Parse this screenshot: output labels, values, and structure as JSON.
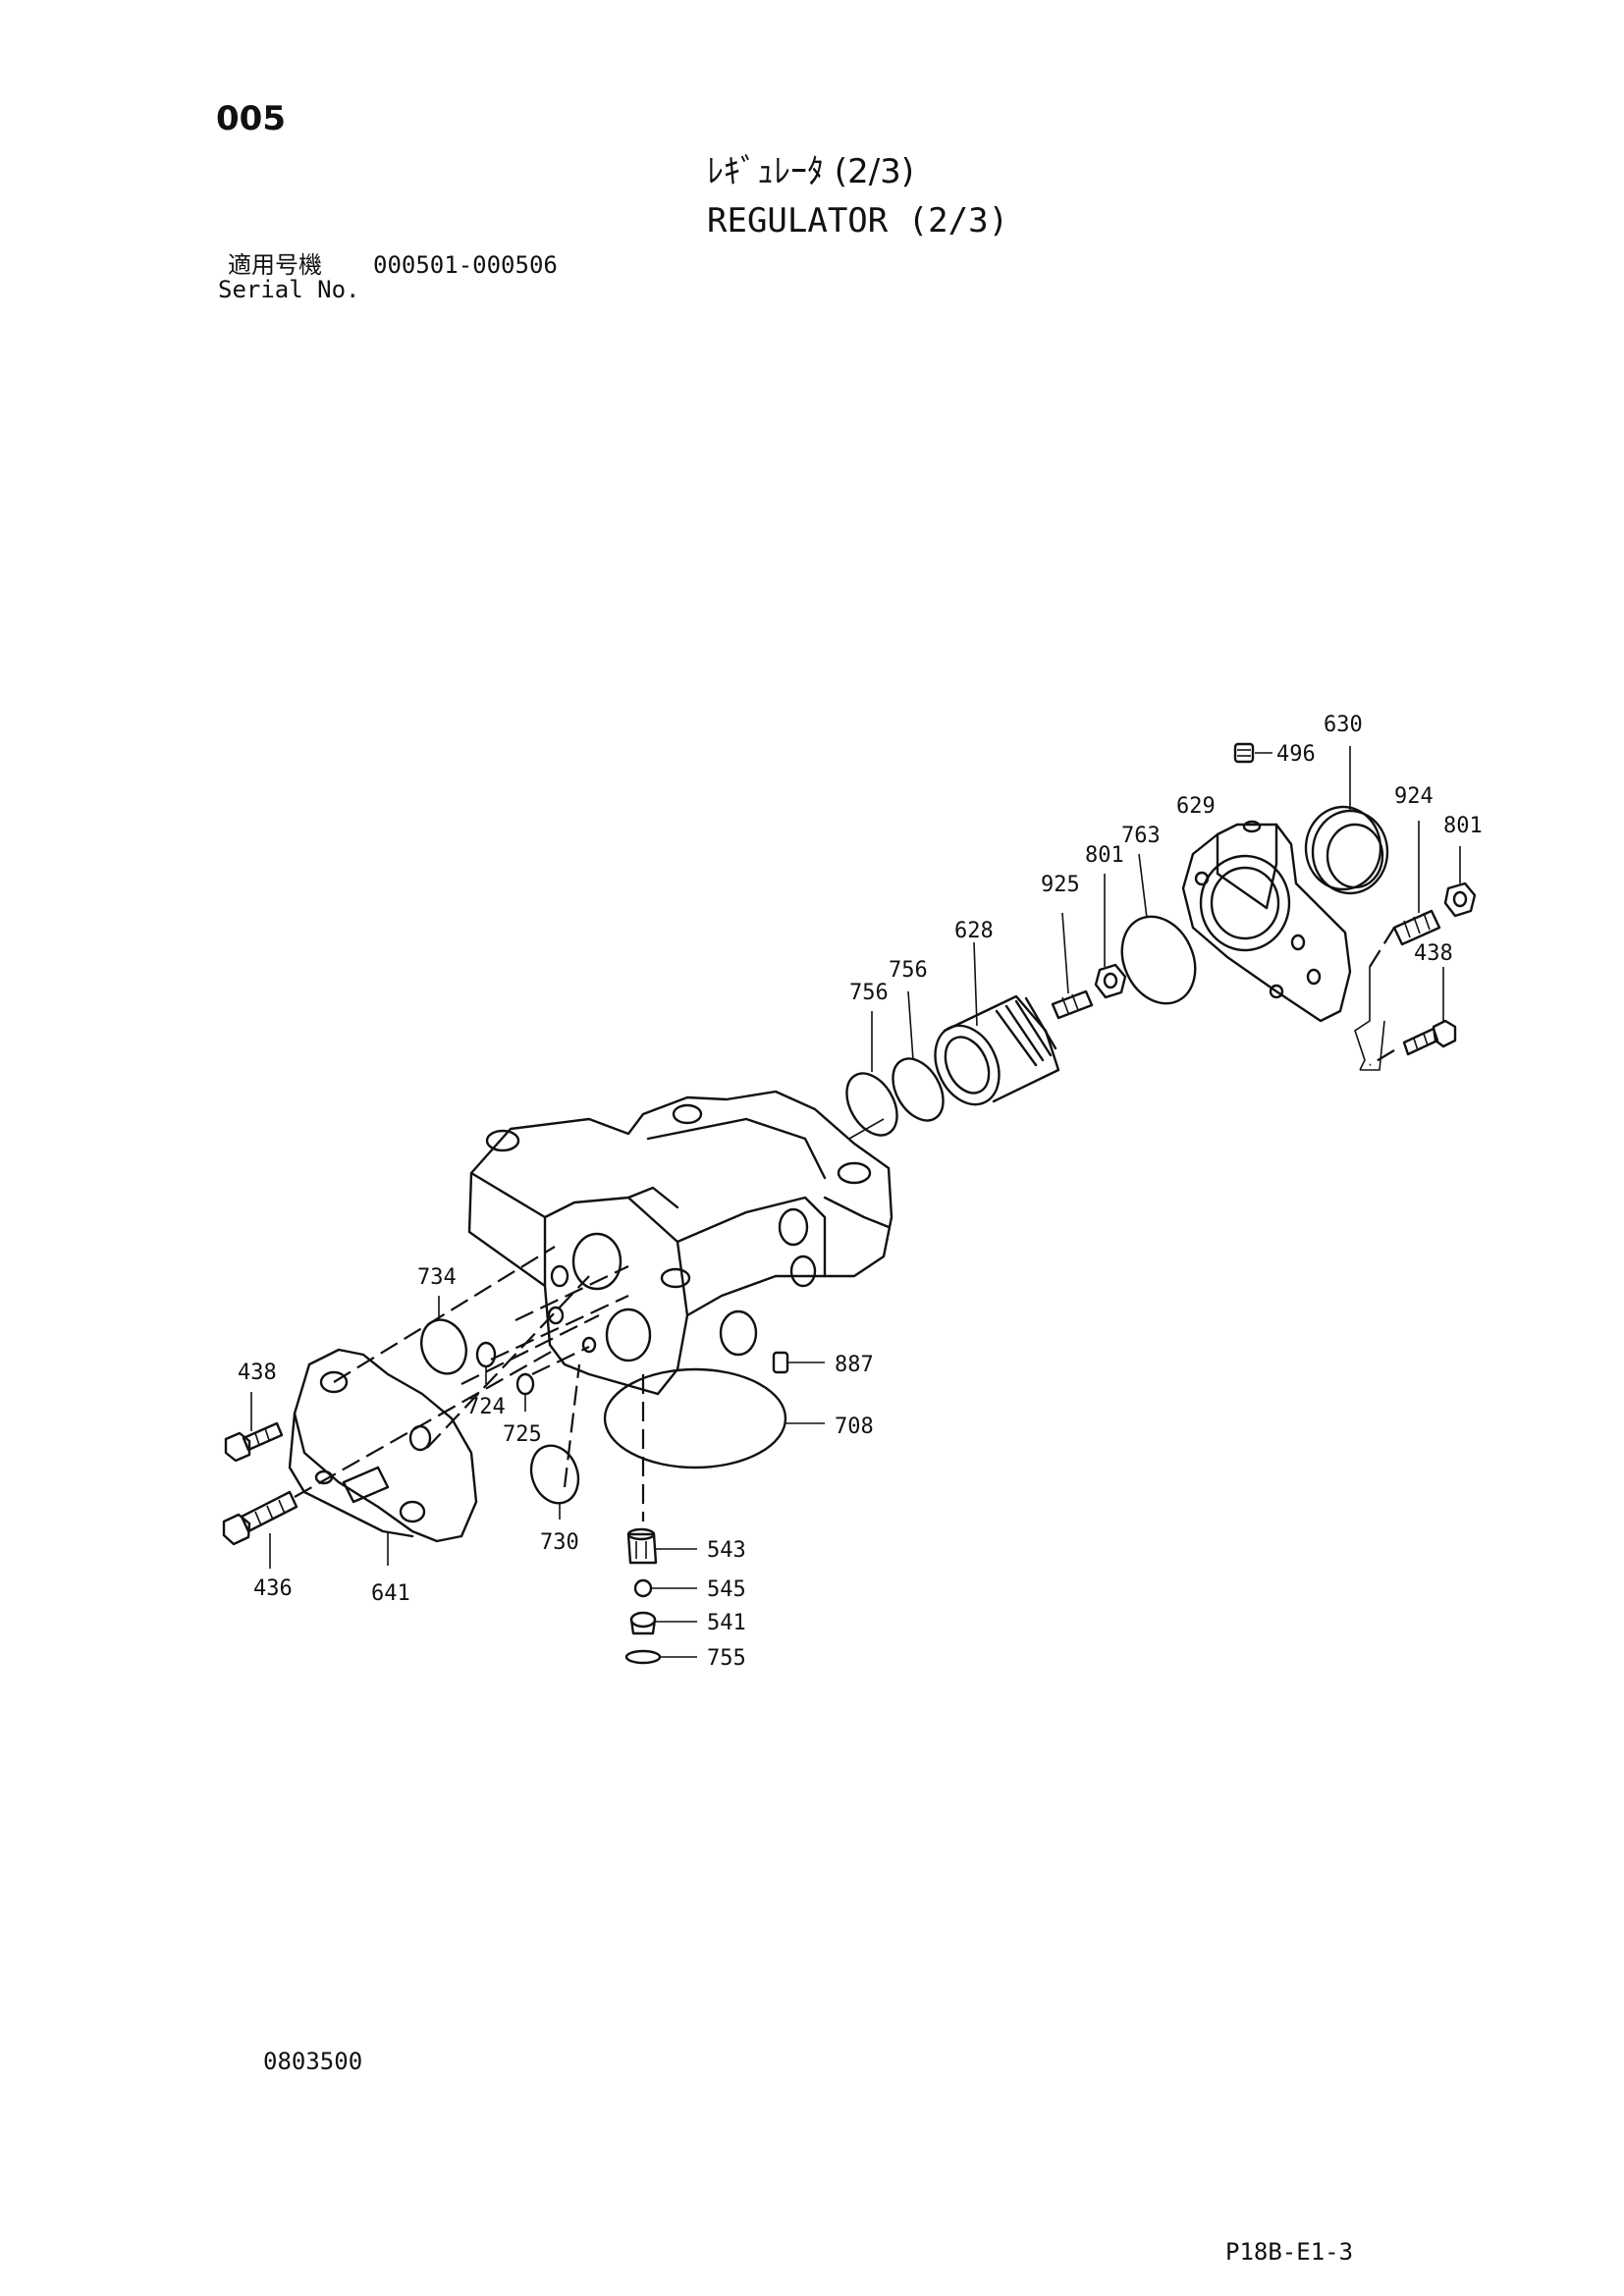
{
  "header": {
    "page_number": "005",
    "title_jp": "ﾚｷﾞｭﾚｰﾀ (2/3)",
    "title_en": "REGULATOR (2/3)",
    "serial_label_jp": "適用号機",
    "serial_range": "000501-000506",
    "serial_label_en": "Serial No."
  },
  "footer": {
    "drawing_code": "0803500",
    "page_ref": "P18B-E1-3"
  },
  "parts": {
    "p630": "630",
    "p496": "496",
    "p924": "924",
    "p801a": "801",
    "p629": "629",
    "p763": "763",
    "p801b": "801",
    "p925": "925",
    "p438a": "438",
    "p628": "628",
    "p756a": "756",
    "p756b": "756",
    "p734": "734",
    "p438b": "438",
    "p887": "887",
    "p724": "724",
    "p708": "708",
    "p725": "725",
    "p730": "730",
    "p543": "543",
    "p436": "436",
    "p641": "641",
    "p545": "545",
    "p541": "541",
    "p755": "755"
  }
}
